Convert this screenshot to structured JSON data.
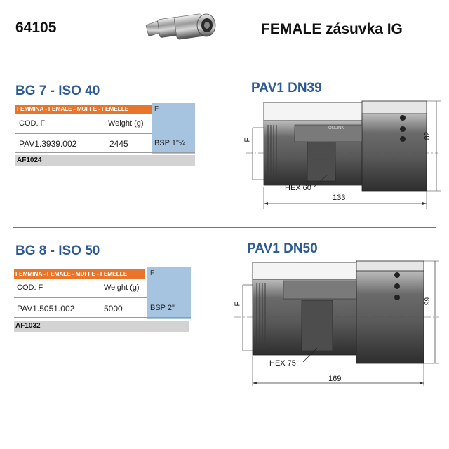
{
  "header": {
    "code": "64105",
    "title": "FEMALE zásuvka IG"
  },
  "icons": {
    "product_photo": "quick-coupling-photo",
    "drawing": "coupling-technical-drawing"
  },
  "colors": {
    "heading_blue": "#2d5b93",
    "table_orange": "#e8752a",
    "table_blue": "#a6c3df",
    "table_gray": "#d3d3d3"
  },
  "sections": [
    {
      "bg_title": "BG 7 - ISO 40",
      "pav_title": "PAV1 DN39",
      "table": {
        "header_text": "FEMMINA - FEMALE - MUFFE - FEMELLE",
        "f_header": "F",
        "col_code": "COD. F",
        "col_weight": "Weight (g)",
        "code": "PAV1.3939.002",
        "weight": "2445",
        "thread": "BSP 1\"¼",
        "footer": "AF1024"
      },
      "drawing": {
        "f_label": "F",
        "hex_label": "HEX 60",
        "length_label": "133",
        "diameter_label": "82",
        "inner_marking": "ONLINK"
      }
    },
    {
      "bg_title": "BG 8 - ISO 50",
      "pav_title": "PAV1 DN50",
      "table": {
        "header_text": "FEMMINA - FEMALE - MUFFE - FEMELLE",
        "f_header": "F",
        "col_code": "COD. F",
        "col_weight": "Weight (g)",
        "code": "PAV1.5051.002",
        "weight": "5000",
        "thread": "BSP 2\"",
        "footer": "AF1032"
      },
      "drawing": {
        "f_label": "F",
        "hex_label": "HEX 75",
        "length_label": "169",
        "diameter_label": "99"
      }
    }
  ]
}
